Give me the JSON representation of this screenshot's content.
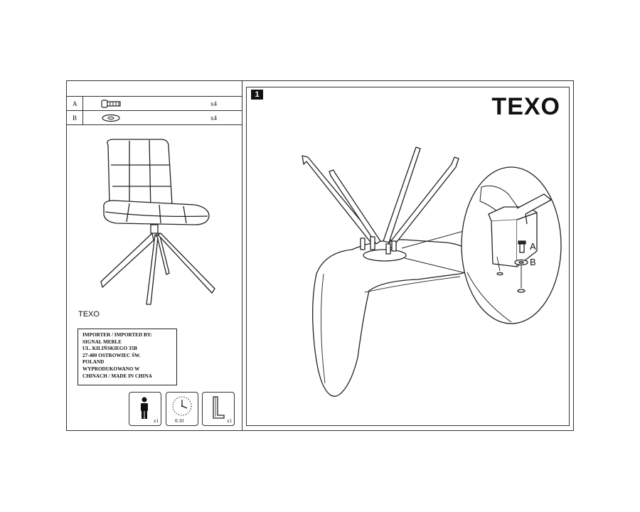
{
  "parts": [
    {
      "letter": "A",
      "qty": "x4",
      "icon": "bolt-icon"
    },
    {
      "letter": "B",
      "qty": "x4",
      "icon": "washer-icon"
    }
  ],
  "chair_caption": "TEXO",
  "importer_lines": [
    "IMPORTER / IMPORTED BY:",
    "SIGNAL MEBLE",
    "UL. KILIŃSKIEGO 35B",
    "27-400 OSTROWIEC ŚW.",
    "POLAND",
    "WYPRODUKOWANO W",
    "CHINACH / MADE IN CHINA"
  ],
  "tools": [
    {
      "icon": "person-icon",
      "label": "x1"
    },
    {
      "icon": "clock-icon",
      "label": "0:10"
    },
    {
      "icon": "allen-key-icon",
      "label": "x1"
    }
  ],
  "step": {
    "number": "1",
    "title": "TEXO"
  },
  "callouts": {
    "a": "A",
    "b": "B"
  }
}
